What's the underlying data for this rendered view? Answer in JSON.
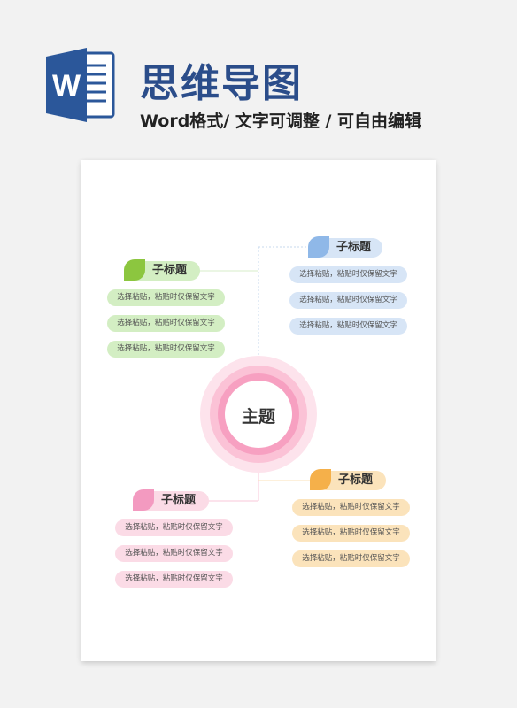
{
  "header": {
    "title": "思维导图",
    "subtitle": "Word格式/ 文字可调整 / 可自由编辑",
    "logo_letter": "W"
  },
  "colors": {
    "brand": "#2b579a",
    "green": "#8cc63f",
    "blue": "#8fb8e8",
    "pink": "#f39ac0",
    "orange": "#f5b04a"
  },
  "mindmap": {
    "center": "主题",
    "branches": [
      {
        "id": "green",
        "label": "子标题",
        "items": [
          "选择粘贴，粘贴时仅保留文字",
          "选择粘贴，粘贴时仅保留文字",
          "选择粘贴，粘贴时仅保留文字"
        ]
      },
      {
        "id": "blue",
        "label": "子标题",
        "items": [
          "选择粘贴，粘贴时仅保留文字",
          "选择粘贴，粘贴时仅保留文字",
          "选择粘贴，粘贴时仅保留文字"
        ]
      },
      {
        "id": "pink",
        "label": "子标题",
        "items": [
          "选择粘贴，粘贴时仅保留文字",
          "选择粘贴，粘贴时仅保留文字",
          "选择粘贴，粘贴时仅保留文字"
        ]
      },
      {
        "id": "orange",
        "label": "子标题",
        "items": [
          "选择粘贴，粘贴时仅保留文字",
          "选择粘贴，粘贴时仅保留文字",
          "选择粘贴，粘贴时仅保留文字"
        ]
      }
    ]
  }
}
